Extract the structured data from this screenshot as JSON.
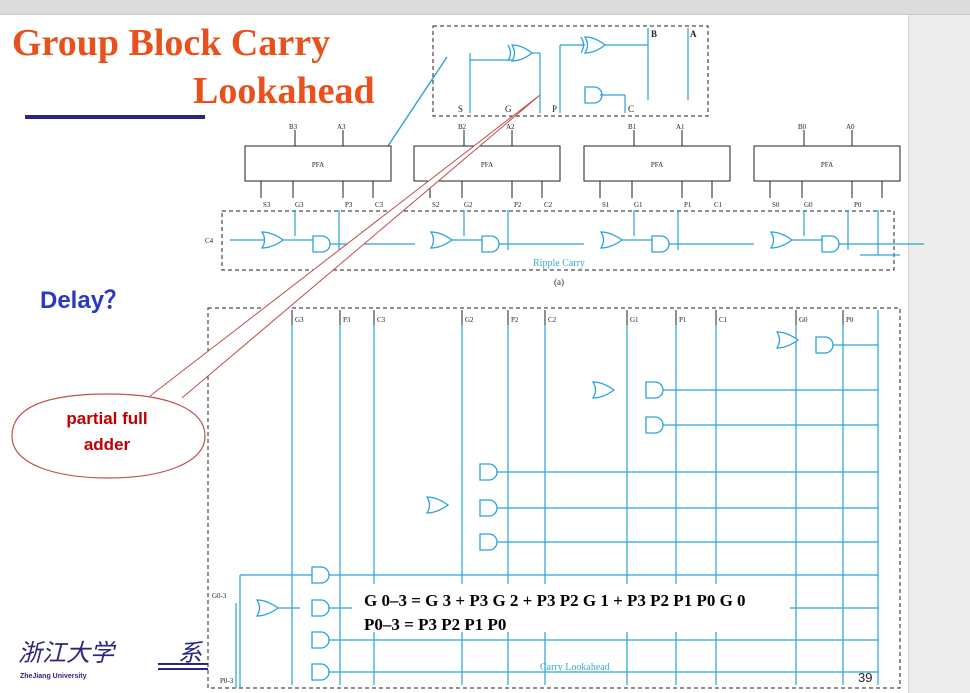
{
  "title_line1": "Group Block Carry",
  "title_line2": "Lookahead",
  "delay_label": "Delay？",
  "callout": {
    "line1": "partial full",
    "line2": "adder"
  },
  "pfa": {
    "top_inputs": [
      "B",
      "A"
    ],
    "bottom_outputs": [
      "S",
      "G",
      "P",
      "C"
    ]
  },
  "pfa_blocks": [
    {
      "label": "PFA",
      "b": "B3",
      "a": "A3",
      "s": "S3",
      "g": "G3",
      "p": "P3",
      "c": "C3"
    },
    {
      "label": "PFA",
      "b": "B2",
      "a": "A2",
      "s": "S2",
      "g": "G2",
      "p": "P2",
      "c": "C2"
    },
    {
      "label": "PFA",
      "b": "B1",
      "a": "A1",
      "s": "S1",
      "g": "G1",
      "p": "P1",
      "c": "C1"
    },
    {
      "label": "PFA",
      "b": "B0",
      "a": "A0",
      "s": "S0",
      "g": "G0",
      "p": "P0",
      "c": ""
    }
  ],
  "c4_label": "C4",
  "ripple_label": "Ripple Carry",
  "figure_label": "(a)",
  "cla_inputs": [
    "G3",
    "P3",
    "C3",
    "G2",
    "P2",
    "C2",
    "G1",
    "P1",
    "C1",
    "G0",
    "P0"
  ],
  "g03_label": "G0-3",
  "p03_label": "P0-3",
  "cla_label": "Carry Lookahead",
  "eq1": "G 0–3 = G 3 + P3 G 2 + P3 P2 G 1 + P3 P2 P1 P0 G 0",
  "eq2": "P0–3 = P3 P2 P1 P0",
  "logo": {
    "text": "浙江大学",
    "sub": "ZheJiang University",
    "fragment": "系"
  },
  "page_number": "39",
  "colors": {
    "title": "#e8501c",
    "delay": "#2b39c4",
    "callout": "#c00000",
    "wire": "#2aa2dc"
  }
}
